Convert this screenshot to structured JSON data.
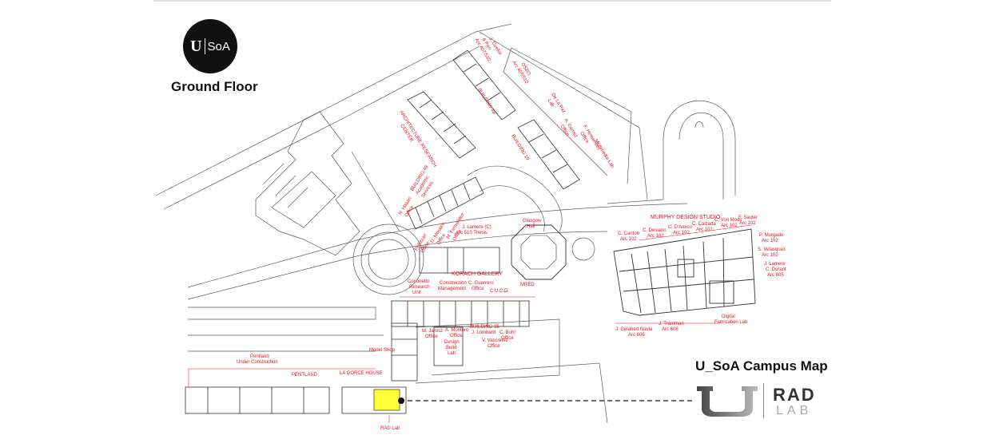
{
  "header": {
    "floor_title": "Ground Floor",
    "logo_initial": "U",
    "logo_text": "SoA"
  },
  "footer": {
    "campus_title": "U_SoA Campus Map",
    "brand_rad": "RAD",
    "brand_lab": "LAB"
  },
  "colors": {
    "label": "#e8101c",
    "line": "#5a5a5a",
    "highlight": "#ffff33",
    "text": "#111111"
  },
  "labels": {
    "murphy": "MURPHY DESIGN STUDIO",
    "korach": "KORACH GALLERY",
    "building35": "BUILDING 35",
    "pentland": "PENTLAND",
    "lagorce": "LA GORCE HOUSE",
    "pentland_uc1": "Pentland",
    "pentland_uc2": "Under Construction",
    "model_shop": "Model Shop",
    "rad_lab": "RAD Lab",
    "glasgow1": "Glasgow",
    "glasgow2": "Hall",
    "design_build1": "Design",
    "design_build2": "Build",
    "design_build3": "Lab",
    "digital_fab1": "Digital",
    "digital_fab2": "Fabrication Lab",
    "coconetto1": "Coconetto",
    "coconetto2": "Research",
    "coconetto3": "Unit",
    "construction1": "Construction",
    "construction2": "Management",
    "guerrero1": "C. Guerrero",
    "guerrero2": "Office",
    "cucd": "C.U.C.D.",
    "mred": "MRED",
    "jarosz1": "M. Jarosz",
    "jarosz2": "Office",
    "montero1": "A. Montero",
    "montero2": "Office",
    "lombard": "J. Lombard",
    "bohl1": "C. Bohl",
    "bohl2": "Office",
    "vasconez1": "V. Vasconez",
    "vasconez2": "Office",
    "lamere_c1": "J. Lamere (C)",
    "lamere_c2": "Arc 510 Thesis",
    "canton1": "C. Canton",
    "canton2": "Arc 102",
    "desiano1": "C. Desiano",
    "desiano2": "Arc 102",
    "damico1": "C. D'Amico",
    "damico2": "Arc 102",
    "calzada1": "C. Calzada",
    "calzada2": "Arc 102",
    "vonmoos1": "C. Von Moos",
    "vonmoos2": "Arc 102",
    "sauter1": "F. Sauter",
    "sauter2": "Arc 102",
    "murgado1": "P. Murgado",
    "murgado2": "Arc 102",
    "velasquez1": "S. Velasquez",
    "velasquez2": "Arc 102",
    "lamere1": "J. Lamere",
    "lamere2": "C. Durant",
    "lamere3": "Arc 605",
    "gelabert1": "J. Gelabert Navia",
    "gelabert2": "Arc 606",
    "trautman1": "J. Trautman",
    "trautman2": "Arc 608",
    "building48": "BUILDING 48",
    "academic1": "Academic",
    "academic2": "Services",
    "hasan1": "N. Hasan",
    "hasan2": "Office",
    "pellizzari1": "Pellizzari",
    "pellizzari2": "Office",
    "morales1": "D. Morales",
    "morales2": "Office",
    "fernandez1": "M. Fernandez",
    "fernandez2": "Office",
    "arc_research1": "ARCHITECTURE RESEARCH",
    "arc_research2": "CENTER",
    "building49": "BUILDING 49",
    "building19": "BUILDING 19",
    "cuellar1": "J. Cuellar",
    "cuellar2": "& Parr",
    "cuellar3": "Arc 407/510",
    "oseo1": "OSEO",
    "oseo2": "Arc 407/510",
    "delapaz1": "De La Paz",
    "delapaz2": "Lab",
    "hernandez1": "F. Hernandez",
    "hernandez2": "Office",
    "multimedia": "Multimedia Lab",
    "gomez1": "A. Gomez",
    "gomez2": "Office"
  }
}
